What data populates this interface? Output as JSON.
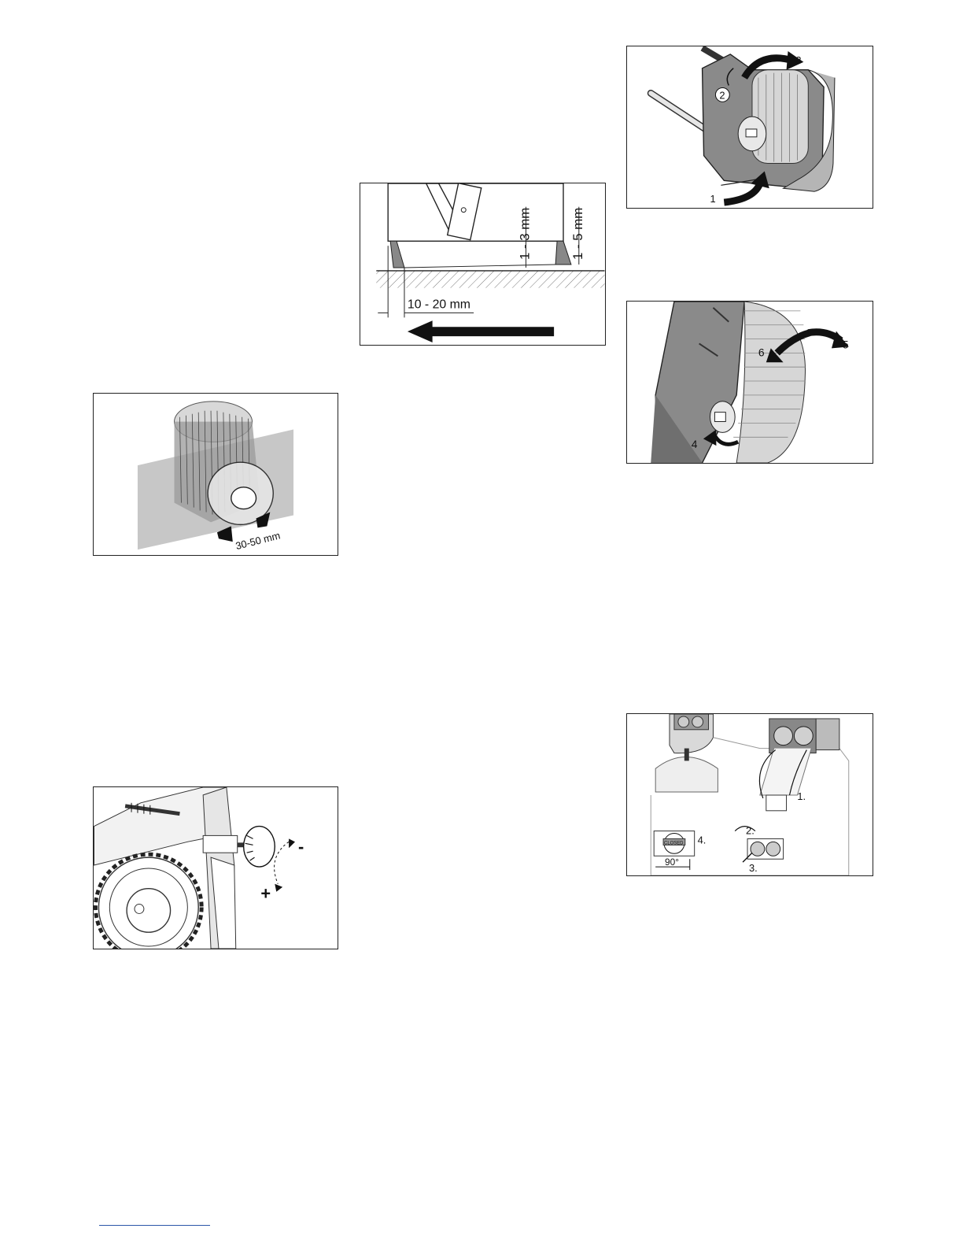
{
  "figures": {
    "brush_pattern": {
      "dimension": "30-50 mm"
    },
    "sealing_strips": {
      "front_gap": "1 - 3 mm",
      "rear_gap": "1 - 5 mm",
      "overlap": "10 - 20 mm"
    },
    "brush_removal_open": {
      "steps": [
        "1",
        "2",
        "3"
      ]
    },
    "brush_removal_swap": {
      "steps": [
        "4",
        "5",
        "6"
      ]
    },
    "brush_adjust_knob": {
      "minus": "-",
      "plus": "+"
    },
    "filter_replace": {
      "steps": [
        "1.",
        "2.",
        "3.",
        "4."
      ],
      "angle": "90°",
      "knob_text": "CLOSED"
    }
  }
}
